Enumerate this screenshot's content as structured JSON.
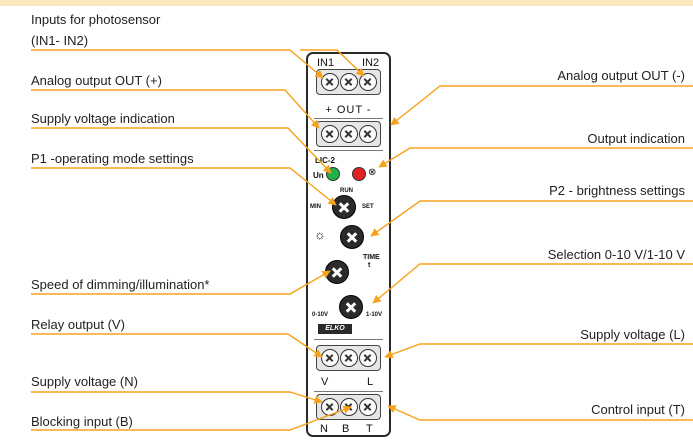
{
  "labels_left": {
    "inputs_photosensor": "Inputs for photosensor",
    "inputs_photosensor_sub": "(IN1- IN2)",
    "analog_out_plus": "Analog output OUT (+)",
    "supply_indication": "Supply voltage indication",
    "p1_mode": "P1 -operating mode settings",
    "speed_dimming": "Speed of dimming/illumination*",
    "relay_output": "Relay output (V)",
    "supply_n": "Supply voltage (N)",
    "blocking_input": "Blocking input (B)"
  },
  "labels_right": {
    "analog_out_minus": "Analog output OUT (-)",
    "output_indication": "Output indication",
    "p2_brightness": "P2 - brightness settings",
    "selection_voltage": "Selection 0-10 V/1-10 V",
    "supply_l": "Supply voltage (L)",
    "control_input": "Control input (T)"
  },
  "device": {
    "in1": "IN1",
    "in2": "IN2",
    "out_header": "+ OUT -",
    "model": "LIC-2",
    "un": "Un",
    "run": "RUN",
    "min": "MIN",
    "set": "SET",
    "time": "TIME",
    "time_t": "t",
    "range_010": "0-10V",
    "range_110": "1-10V",
    "term_v": "V",
    "term_l": "L",
    "term_n": "N",
    "term_b": "B",
    "term_t": "T",
    "logo": "ELKO"
  },
  "colors": {
    "arrow": "#f7a21b",
    "led_green": "#22b04a",
    "led_red": "#e32222",
    "top_band": "#fbe7bd"
  }
}
